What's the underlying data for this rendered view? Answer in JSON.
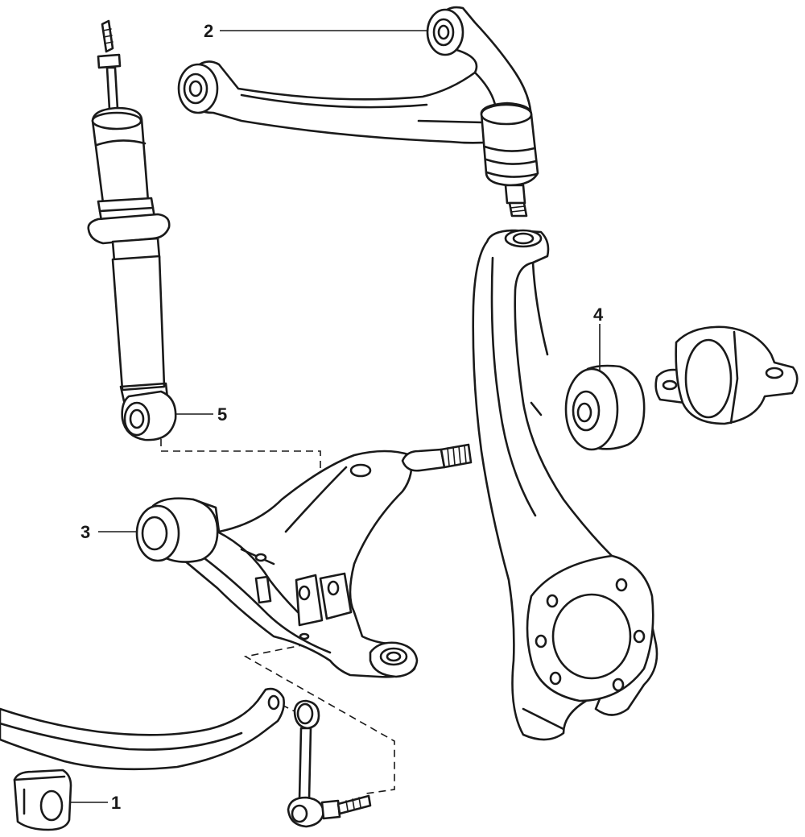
{
  "callouts": {
    "stabilizer_bushing": "1",
    "upper_control_arm": "2",
    "lower_control_arm": "3",
    "hub_bushing": "4",
    "shock_absorber": "5"
  }
}
